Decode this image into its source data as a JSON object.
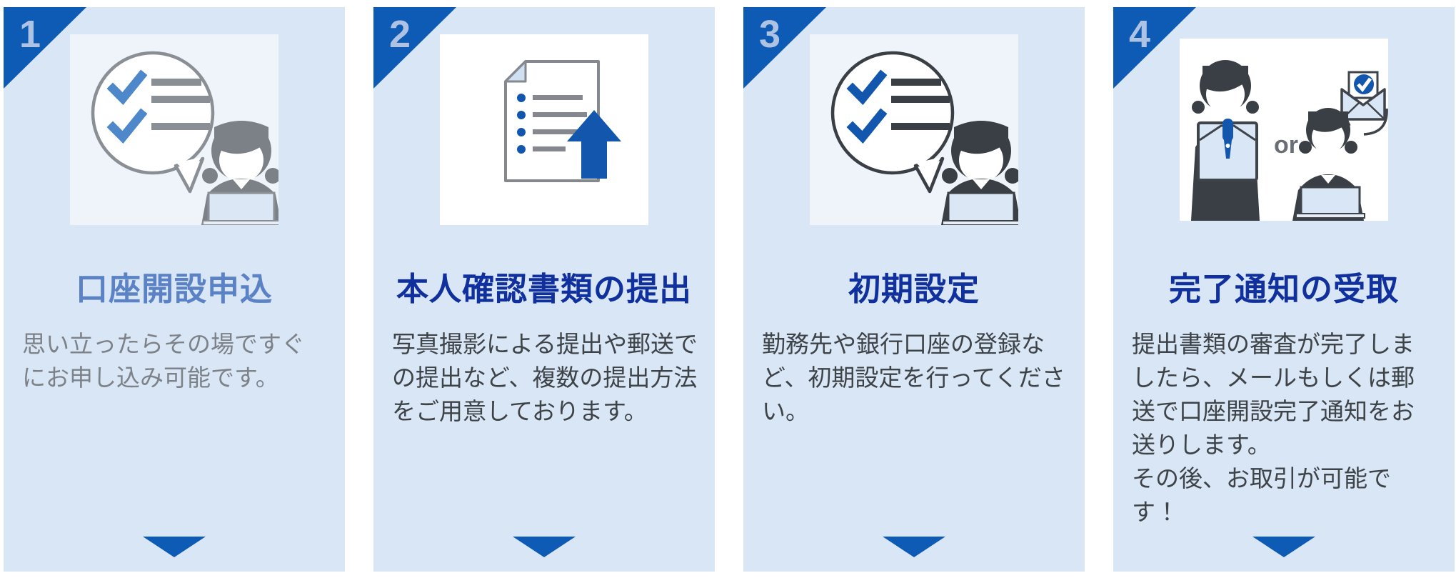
{
  "colors": {
    "page_background": "#ffffff",
    "card_background": "#d9e6f6",
    "step_badge_blue": "#0d5bb5",
    "step_number_text": "#aec2e4",
    "down_arrow_blue": "#0d5bb5",
    "title_navy": "#10309e",
    "title_step1_light_blue": "#5b82c4",
    "body_gray_step1": "#7d8288",
    "body_dark": "#3e4348",
    "icon_accent_blue": "#1356ae",
    "icon_outline_gray": "#8a8f95",
    "icon_laptop_fill": "#dbe7f4"
  },
  "steps": [
    {
      "number": "1",
      "title": "口座開設申込",
      "body": "思い立ったらその場ですぐにお申し込み可能です。",
      "icon": "person-laptop-checklist-icon"
    },
    {
      "number": "2",
      "title": "本人確認書類の提出",
      "body": "写真撮影による提出や郵送での提出など、複数の提出方法をご用意しております。",
      "icon": "document-upload-icon"
    },
    {
      "number": "3",
      "title": "初期設定",
      "body": "勤務先や銀行口座の登録など、初期設定を行ってください。",
      "icon": "person-laptop-checklist-icon"
    },
    {
      "number": "4",
      "title": "完了通知の受取",
      "body": "提出書類の審査が完了しましたら、メールもしくは郵送で口座開設完了通知をお送りします。",
      "body2": "その後、お取引が可能です！",
      "or_label": "or",
      "icon": "person-envelope-or-email-icon"
    }
  ]
}
